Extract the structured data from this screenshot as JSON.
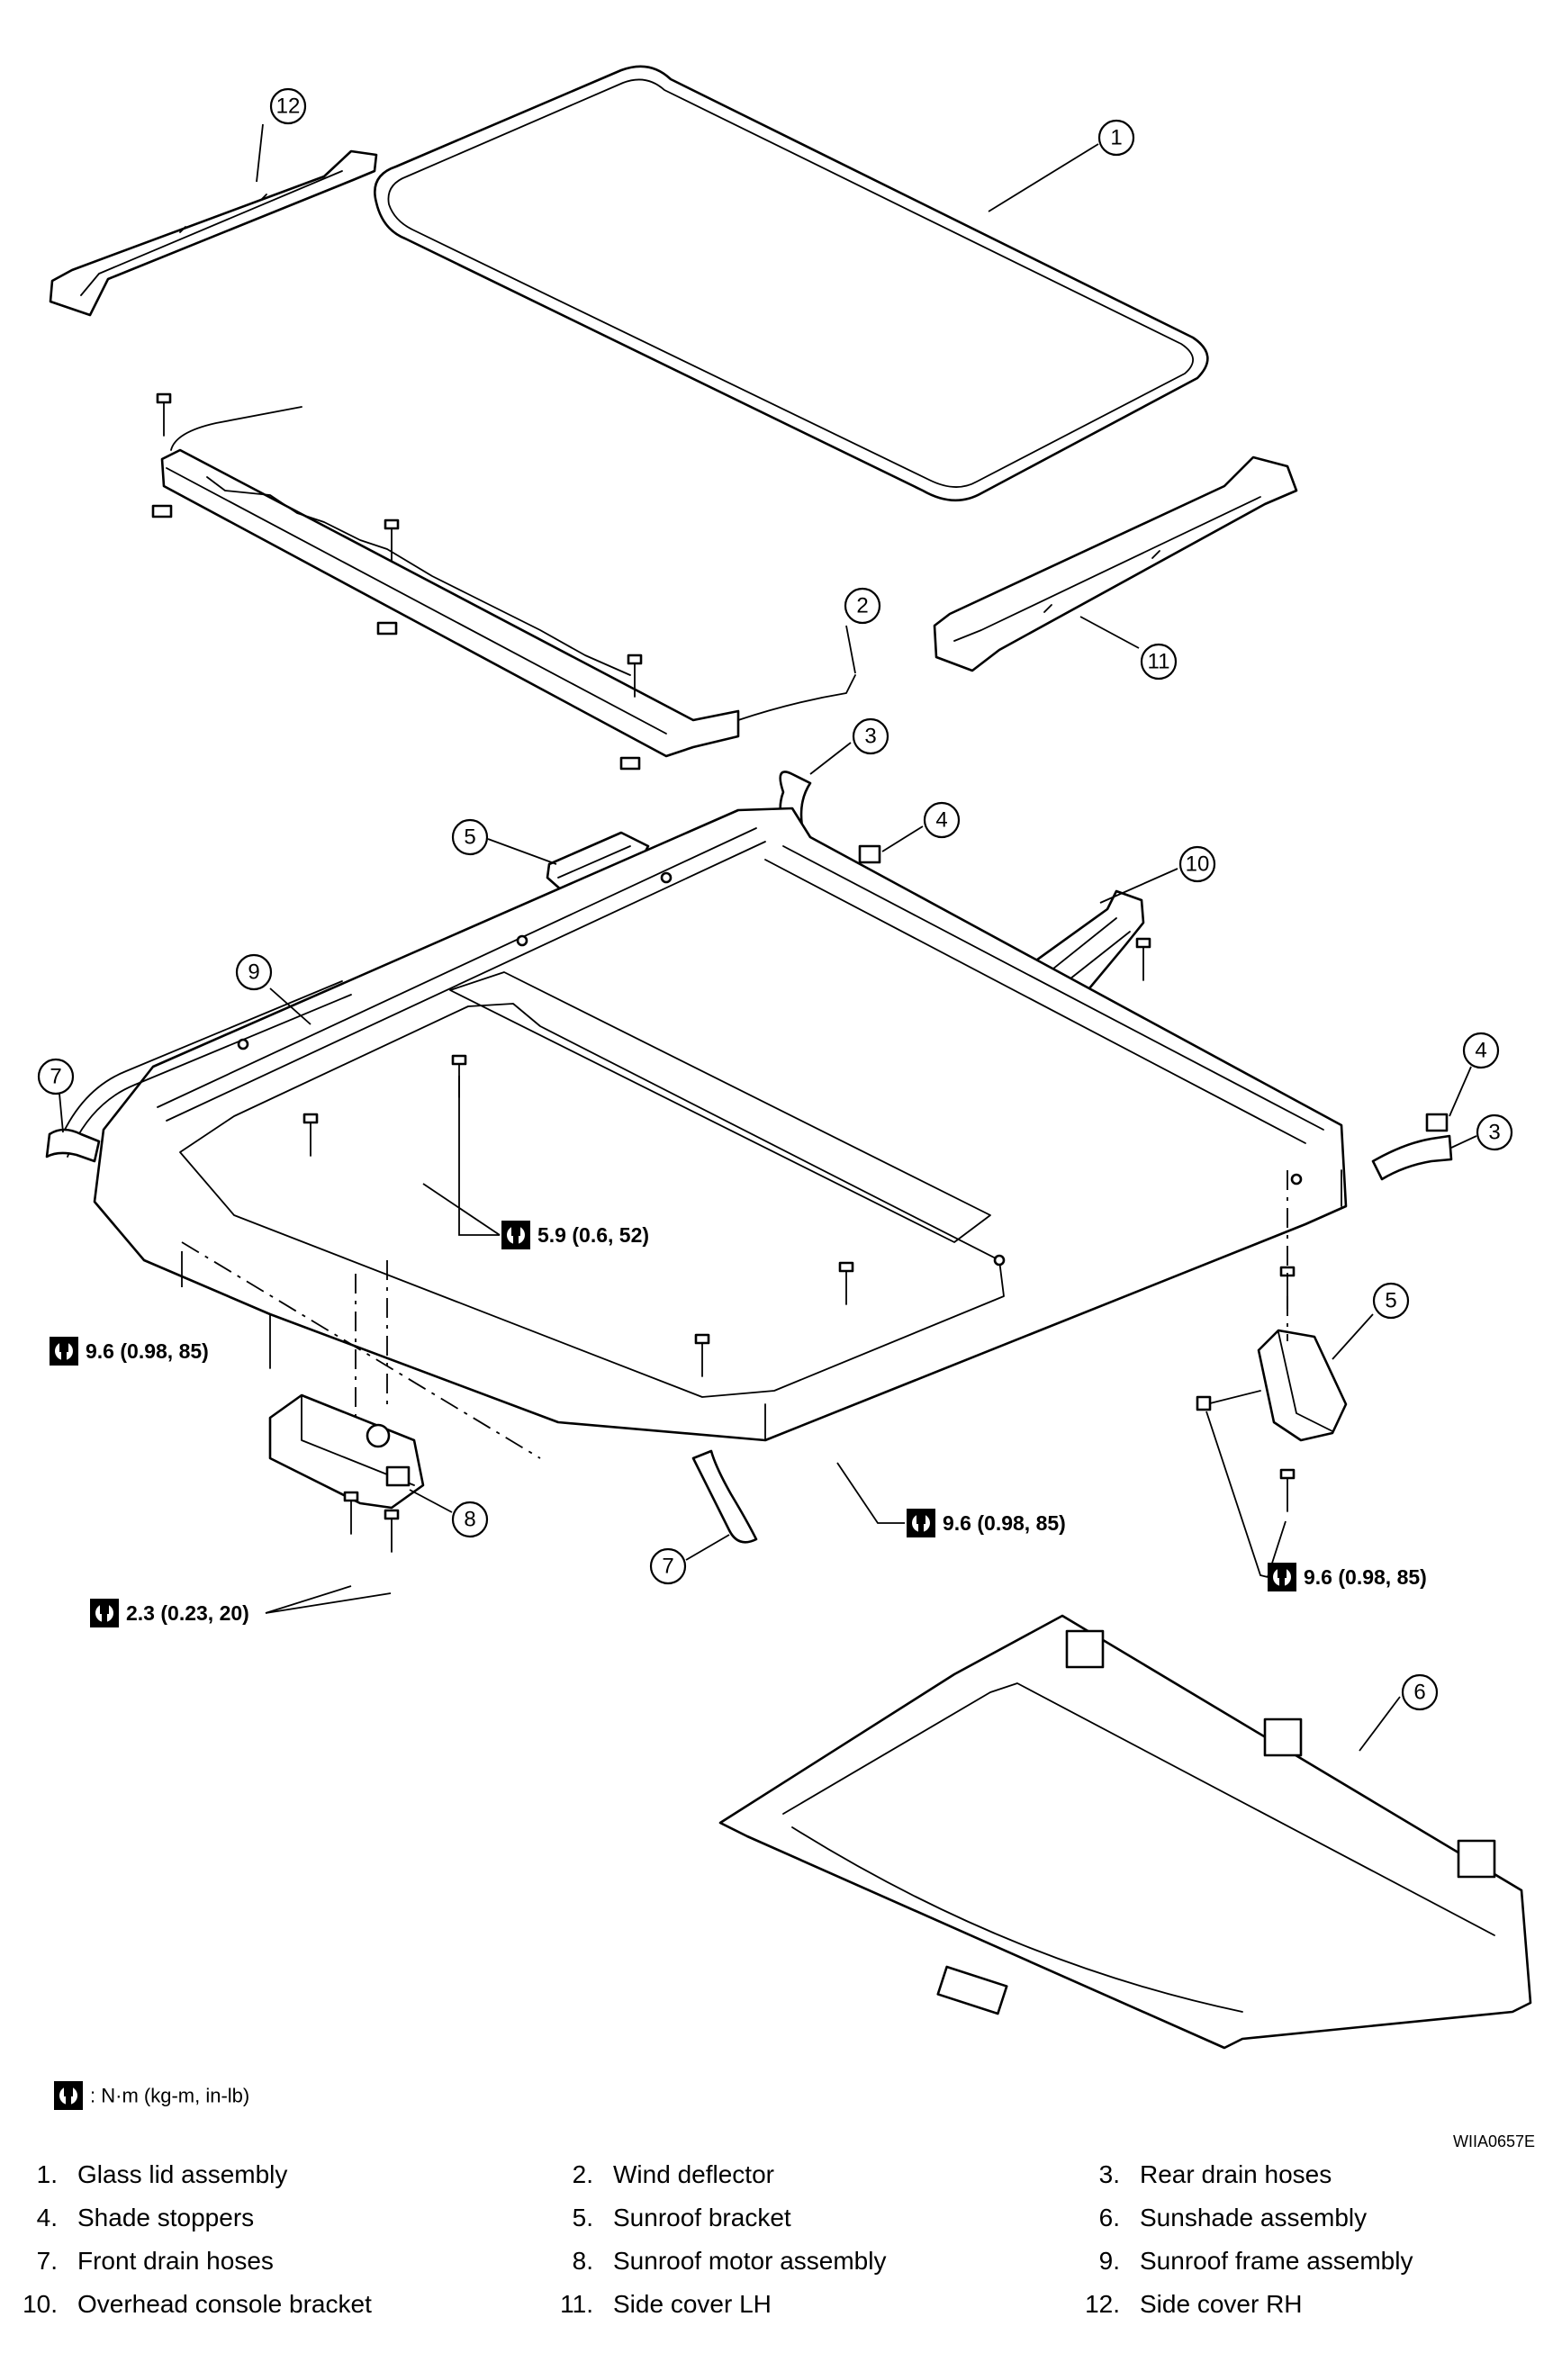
{
  "callouts": [
    "1",
    "2",
    "3",
    "4",
    "5",
    "6",
    "7",
    "8",
    "9",
    "10",
    "11",
    "12"
  ],
  "torque_specs": {
    "t1": "5.9 (0.6, 52)",
    "t2": "9.6 (0.98, 85)",
    "t3": "9.6 (0.98, 85)",
    "t4": "9.6 (0.98, 85)",
    "t5": "2.3 (0.23, 20)"
  },
  "legend": ": N·m (kg-m, in-lb)",
  "figure_code": "WIIA0657E",
  "parts": [
    {
      "num": "1.",
      "name": "Glass lid assembly"
    },
    {
      "num": "2.",
      "name": "Wind deflector"
    },
    {
      "num": "3.",
      "name": "Rear drain hoses"
    },
    {
      "num": "4.",
      "name": "Shade stoppers"
    },
    {
      "num": "5.",
      "name": "Sunroof bracket"
    },
    {
      "num": "6.",
      "name": "Sunshade assembly"
    },
    {
      "num": "7.",
      "name": "Front drain hoses"
    },
    {
      "num": "8.",
      "name": "Sunroof motor assembly"
    },
    {
      "num": "9.",
      "name": "Sunroof frame assembly"
    },
    {
      "num": "10.",
      "name": "Overhead console bracket"
    },
    {
      "num": "11.",
      "name": "Side cover LH"
    },
    {
      "num": "12.",
      "name": "Side cover RH"
    }
  ]
}
